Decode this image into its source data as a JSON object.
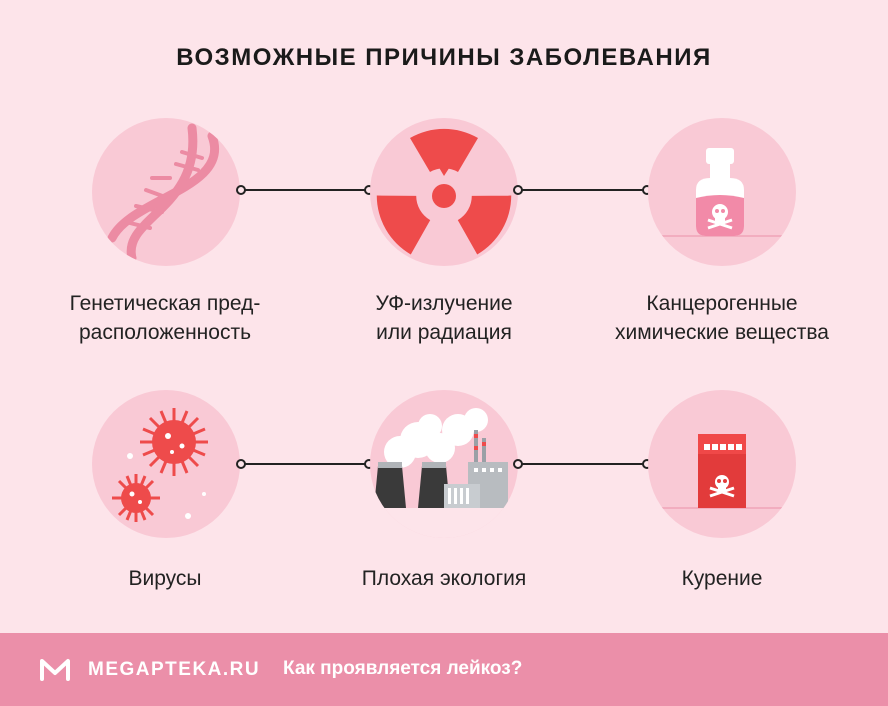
{
  "title": "ВОЗМОЖНЫЕ ПРИЧИНЫ ЗАБОЛЕВАНИЯ",
  "causes": [
    {
      "line1": "Генетическая пред-",
      "line2": "расположенность",
      "icon": "dna-icon"
    },
    {
      "line1": "УФ-излучение",
      "line2": "или радиация",
      "icon": "radiation-icon"
    },
    {
      "line1": "Канцерогенные",
      "line2": "химические вещества",
      "icon": "poison-bottle-icon"
    },
    {
      "line1": "Вирусы",
      "line2": "",
      "icon": "virus-icon"
    },
    {
      "line1": "Плохая экология",
      "line2": "",
      "icon": "factory-icon"
    },
    {
      "line1": "Курение",
      "line2": "",
      "icon": "cigarette-pack-icon"
    }
  ],
  "footer": {
    "brand": "MEGAPTEKA.RU",
    "tagline": "Как проявляется лейкоз?"
  },
  "colors": {
    "background": "#fde4ea",
    "circle": "#f9c9d5",
    "accent_red": "#ee4b4b",
    "footer": "#eb8fa9"
  }
}
